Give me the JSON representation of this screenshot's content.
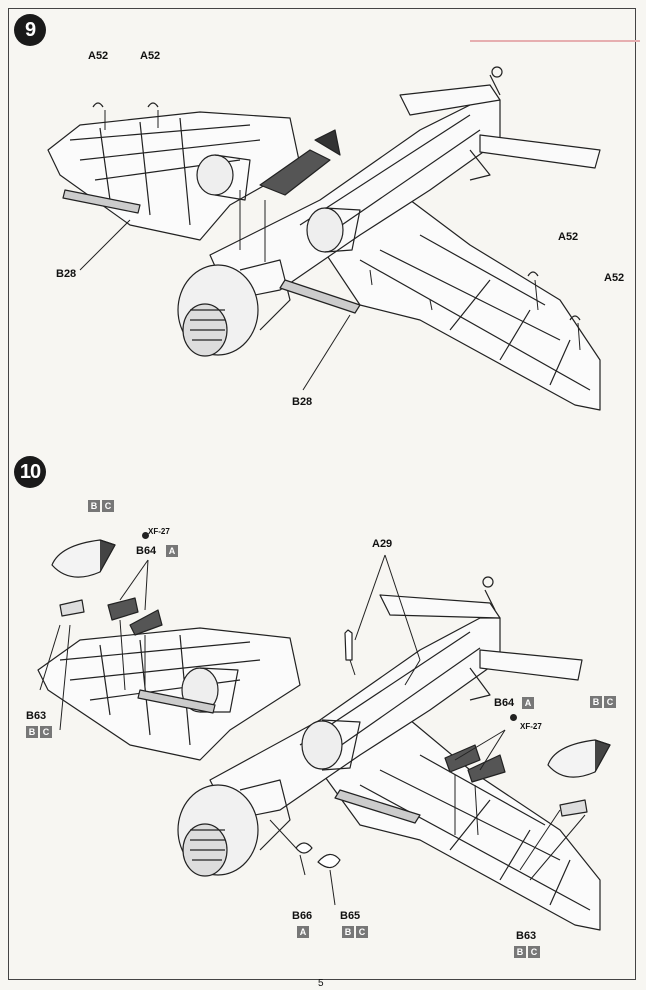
{
  "steps": {
    "s9": {
      "number": "9"
    },
    "s10": {
      "number": "10"
    }
  },
  "labels": {
    "a52_1": "A52",
    "a52_2": "A52",
    "a52_3": "A52",
    "a52_4": "A52",
    "b28_1": "B28",
    "b28_2": "B28",
    "a29": "A29",
    "b64_l": "B64",
    "b64_r": "B64",
    "b63_l": "B63",
    "b63_r": "B63",
    "b66": "B66",
    "b65": "B65"
  },
  "paint_codes": {
    "bc": [
      "B",
      "C"
    ],
    "a": [
      "A"
    ],
    "xf27_l": "XF-27",
    "xf27_r": "XF-27"
  },
  "page_number": "5"
}
